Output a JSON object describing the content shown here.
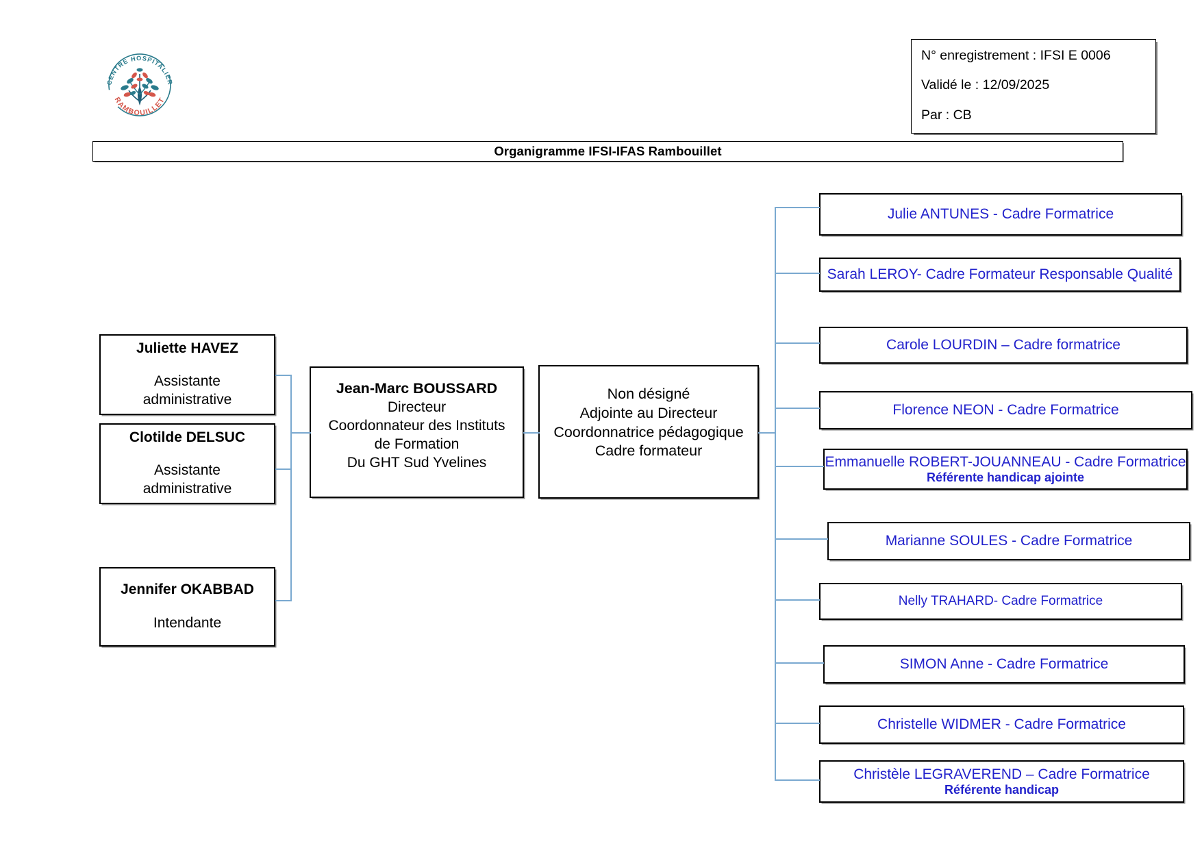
{
  "header": {
    "logo": {
      "name": "centre-hospitalier-rambouillet-logo",
      "top_arc_text": "CENTRE HOSPITALIER",
      "bottom_arc_text": "RAMBOUILLET",
      "colors": {
        "teal": "#2a7b8c",
        "red": "#d4564a",
        "dark_blue": "#1f5f78"
      }
    },
    "meta": {
      "registration": "N° enregistrement : IFSI E 0006",
      "validated": "Validé le : 12/09/2025",
      "by": "Par : CB"
    },
    "title": "Organigramme IFSI-IFAS Rambouillet"
  },
  "chart_data": {
    "type": "diagram",
    "title": "Organigramme IFSI-IFAS Rambouillet",
    "accent_line_color": "#7aa9d0",
    "staff_text_color": "#2222cc"
  },
  "left_column": [
    {
      "name": "Juliette HAVEZ",
      "role_line1": "Assistante",
      "role_line2": "administrative"
    },
    {
      "name": "Clotilde DELSUC",
      "role_line1": "Assistante",
      "role_line2": "administrative"
    },
    {
      "name": "Jennifer OKABBAD",
      "role_line1": "Intendante",
      "role_line2": ""
    }
  ],
  "director": {
    "name": "Jean-Marc BOUSSARD",
    "role_line1": "Directeur",
    "role_line2": "Coordonnateur des Instituts",
    "role_line3": "de Formation",
    "role_line4": "Du GHT Sud Yvelines"
  },
  "deputy": {
    "line1": "Non désigné",
    "line2": "Adjointe au Directeur",
    "line3": "Coordonnatrice pédagogique",
    "line4": "Cadre formateur"
  },
  "formateurs": [
    {
      "line1": "Julie ANTUNES - Cadre Formatrice",
      "line2": ""
    },
    {
      "line1": "Sarah LEROY- Cadre Formateur Responsable Qualité",
      "line2": ""
    },
    {
      "line1": "Carole LOURDIN – Cadre formatrice",
      "line2": ""
    },
    {
      "line1": "Florence NEON - Cadre Formatrice",
      "line2": ""
    },
    {
      "line1": "Emmanuelle ROBERT-JOUANNEAU - Cadre Formatrice",
      "line2": "Référente handicap ajointe"
    },
    {
      "line1": "Marianne SOULES - Cadre Formatrice",
      "line2": ""
    },
    {
      "line1": "Nelly TRAHARD- Cadre Formatrice",
      "line2": ""
    },
    {
      "line1": "SIMON Anne - Cadre Formatrice",
      "line2": ""
    },
    {
      "line1": "Christelle WIDMER - Cadre Formatrice",
      "line2": ""
    },
    {
      "line1": "Christèle LEGRAVEREND – Cadre Formatrice",
      "line2": "Référente handicap"
    }
  ]
}
